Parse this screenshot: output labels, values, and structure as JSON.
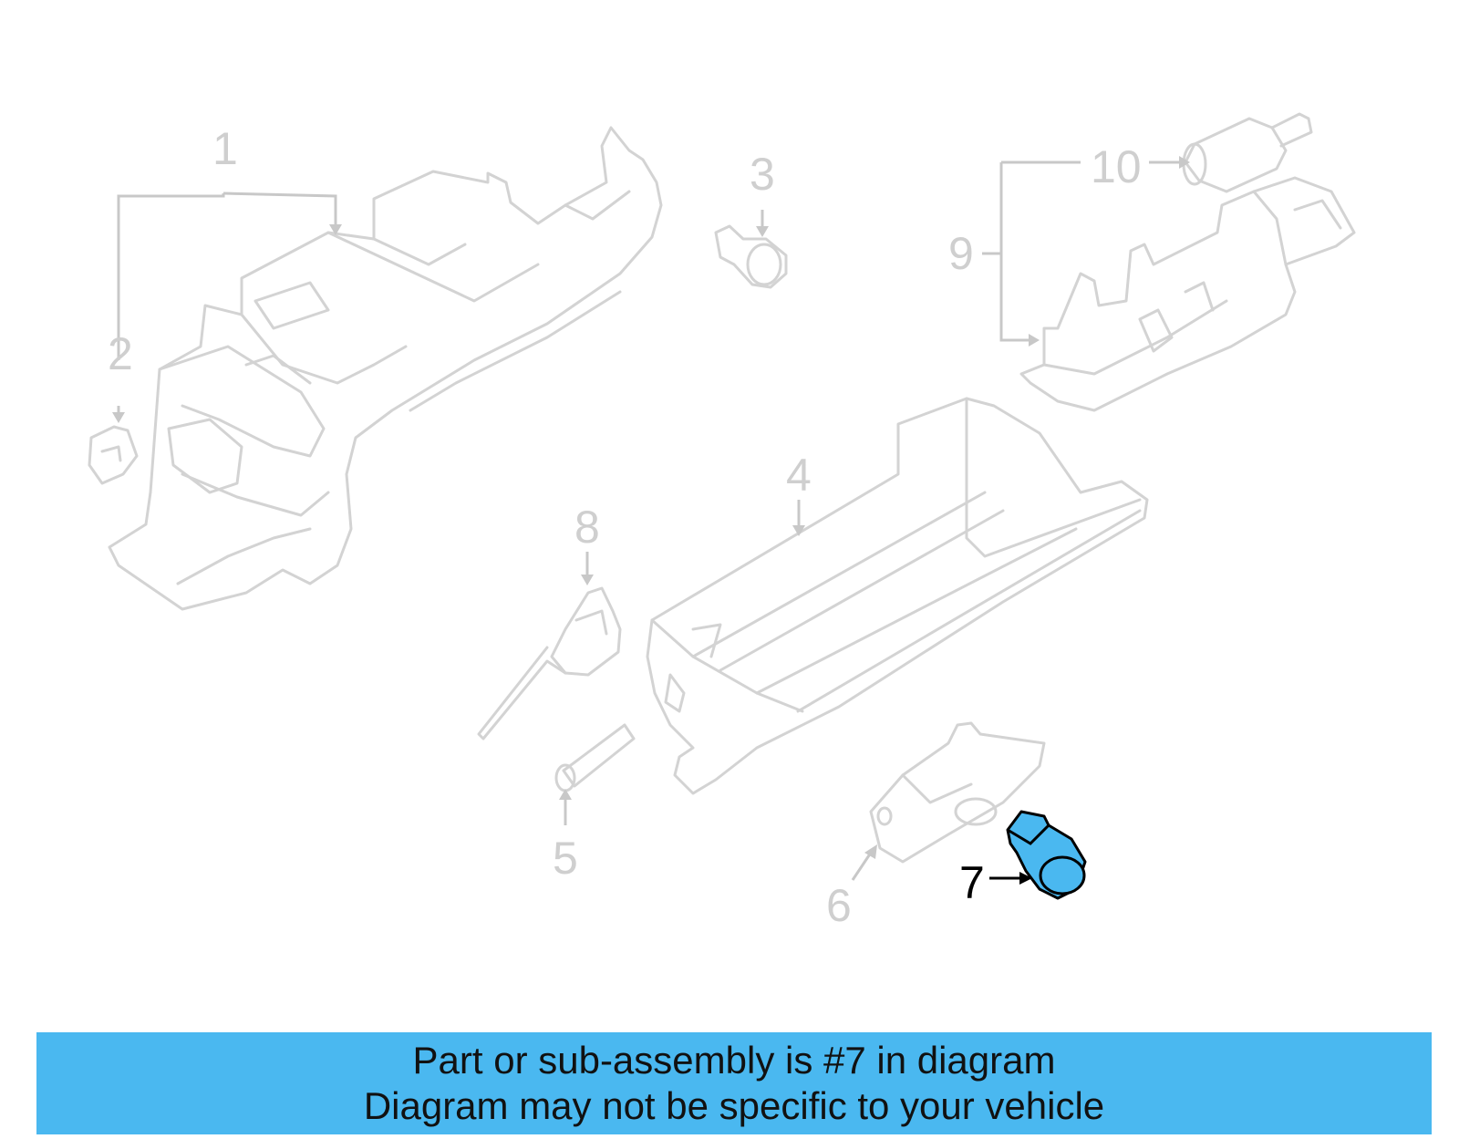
{
  "callouts": {
    "c1": "1",
    "c2": "2",
    "c3": "3",
    "c4": "4",
    "c5": "5",
    "c6": "6",
    "c7": "7",
    "c8": "8",
    "c9": "9",
    "c10": "10"
  },
  "highlighted_callout": "7",
  "colors": {
    "banner_bg": "#4ab8f0",
    "highlight_part": "#4ab8f0",
    "inactive_lines": "#d3d3d3",
    "active_lines": "#000000"
  },
  "banner": {
    "line1": "Part or sub-assembly is #7 in diagram",
    "line2": "Diagram may not be specific to your vehicle"
  }
}
